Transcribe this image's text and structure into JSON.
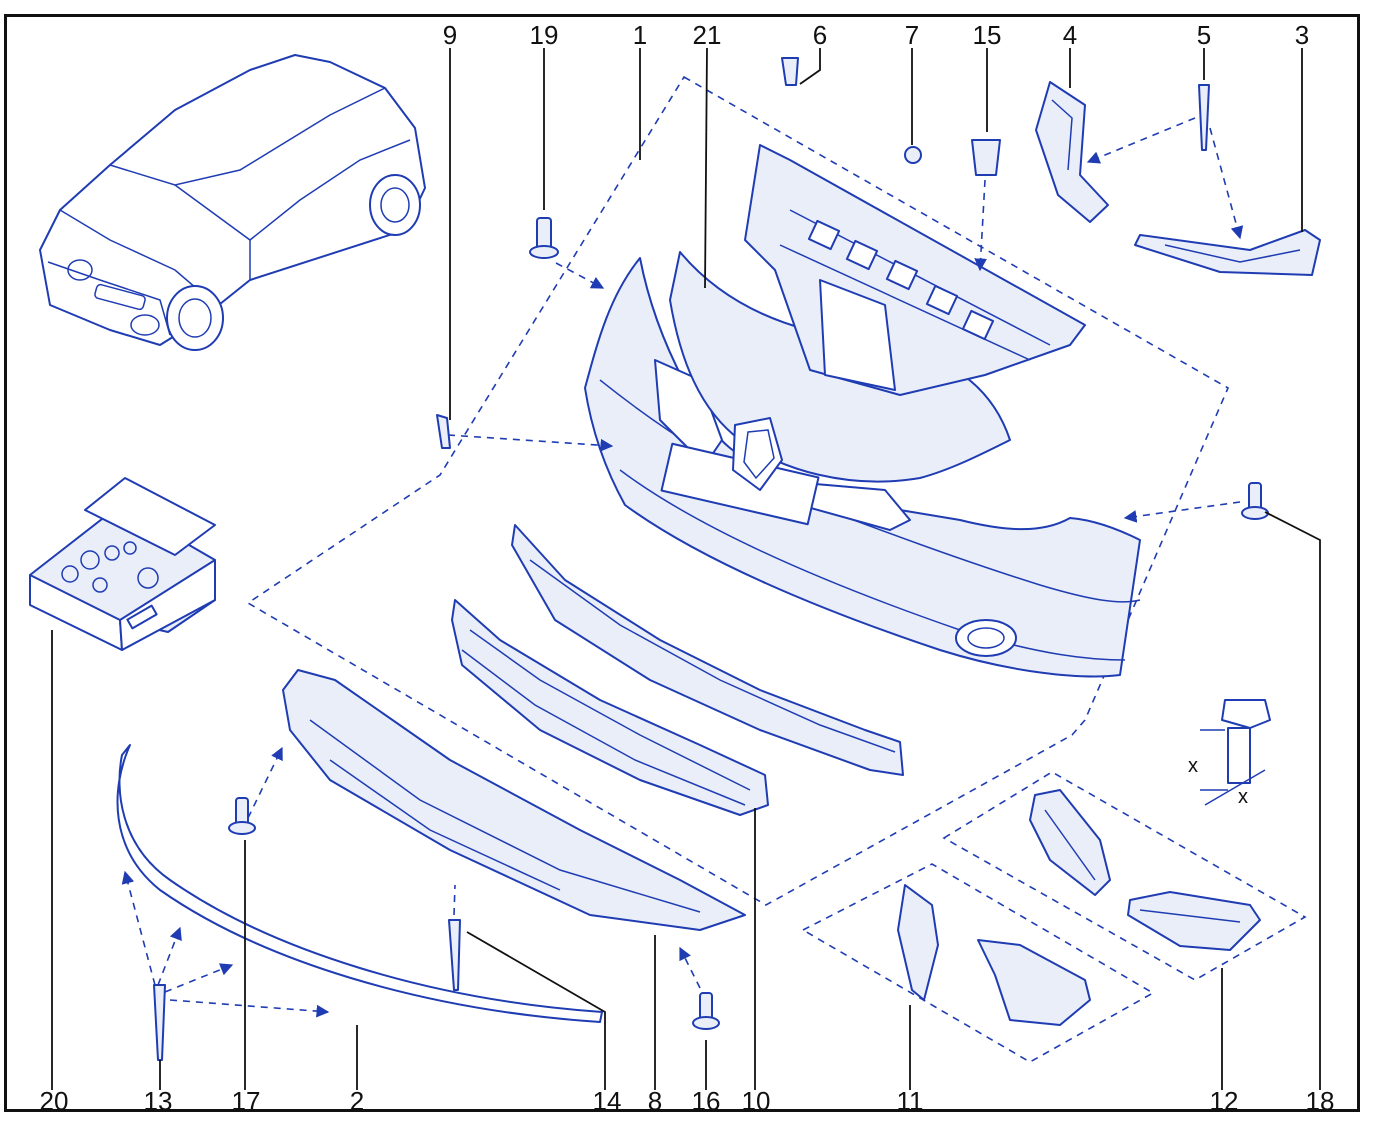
{
  "diagram": {
    "colors": {
      "ink": "#1f3cb3",
      "fill": "#e9eef9",
      "frame": "#111111",
      "text": "#111111"
    },
    "callouts_top": [
      "9",
      "19",
      "1",
      "21",
      "6",
      "7",
      "15",
      "4",
      "5",
      "3"
    ],
    "callouts_bottom": [
      "20",
      "13",
      "17",
      "2",
      "14",
      "8",
      "16",
      "10",
      "11",
      "12",
      "18"
    ],
    "dimension_labels": [
      "x",
      "x"
    ]
  }
}
